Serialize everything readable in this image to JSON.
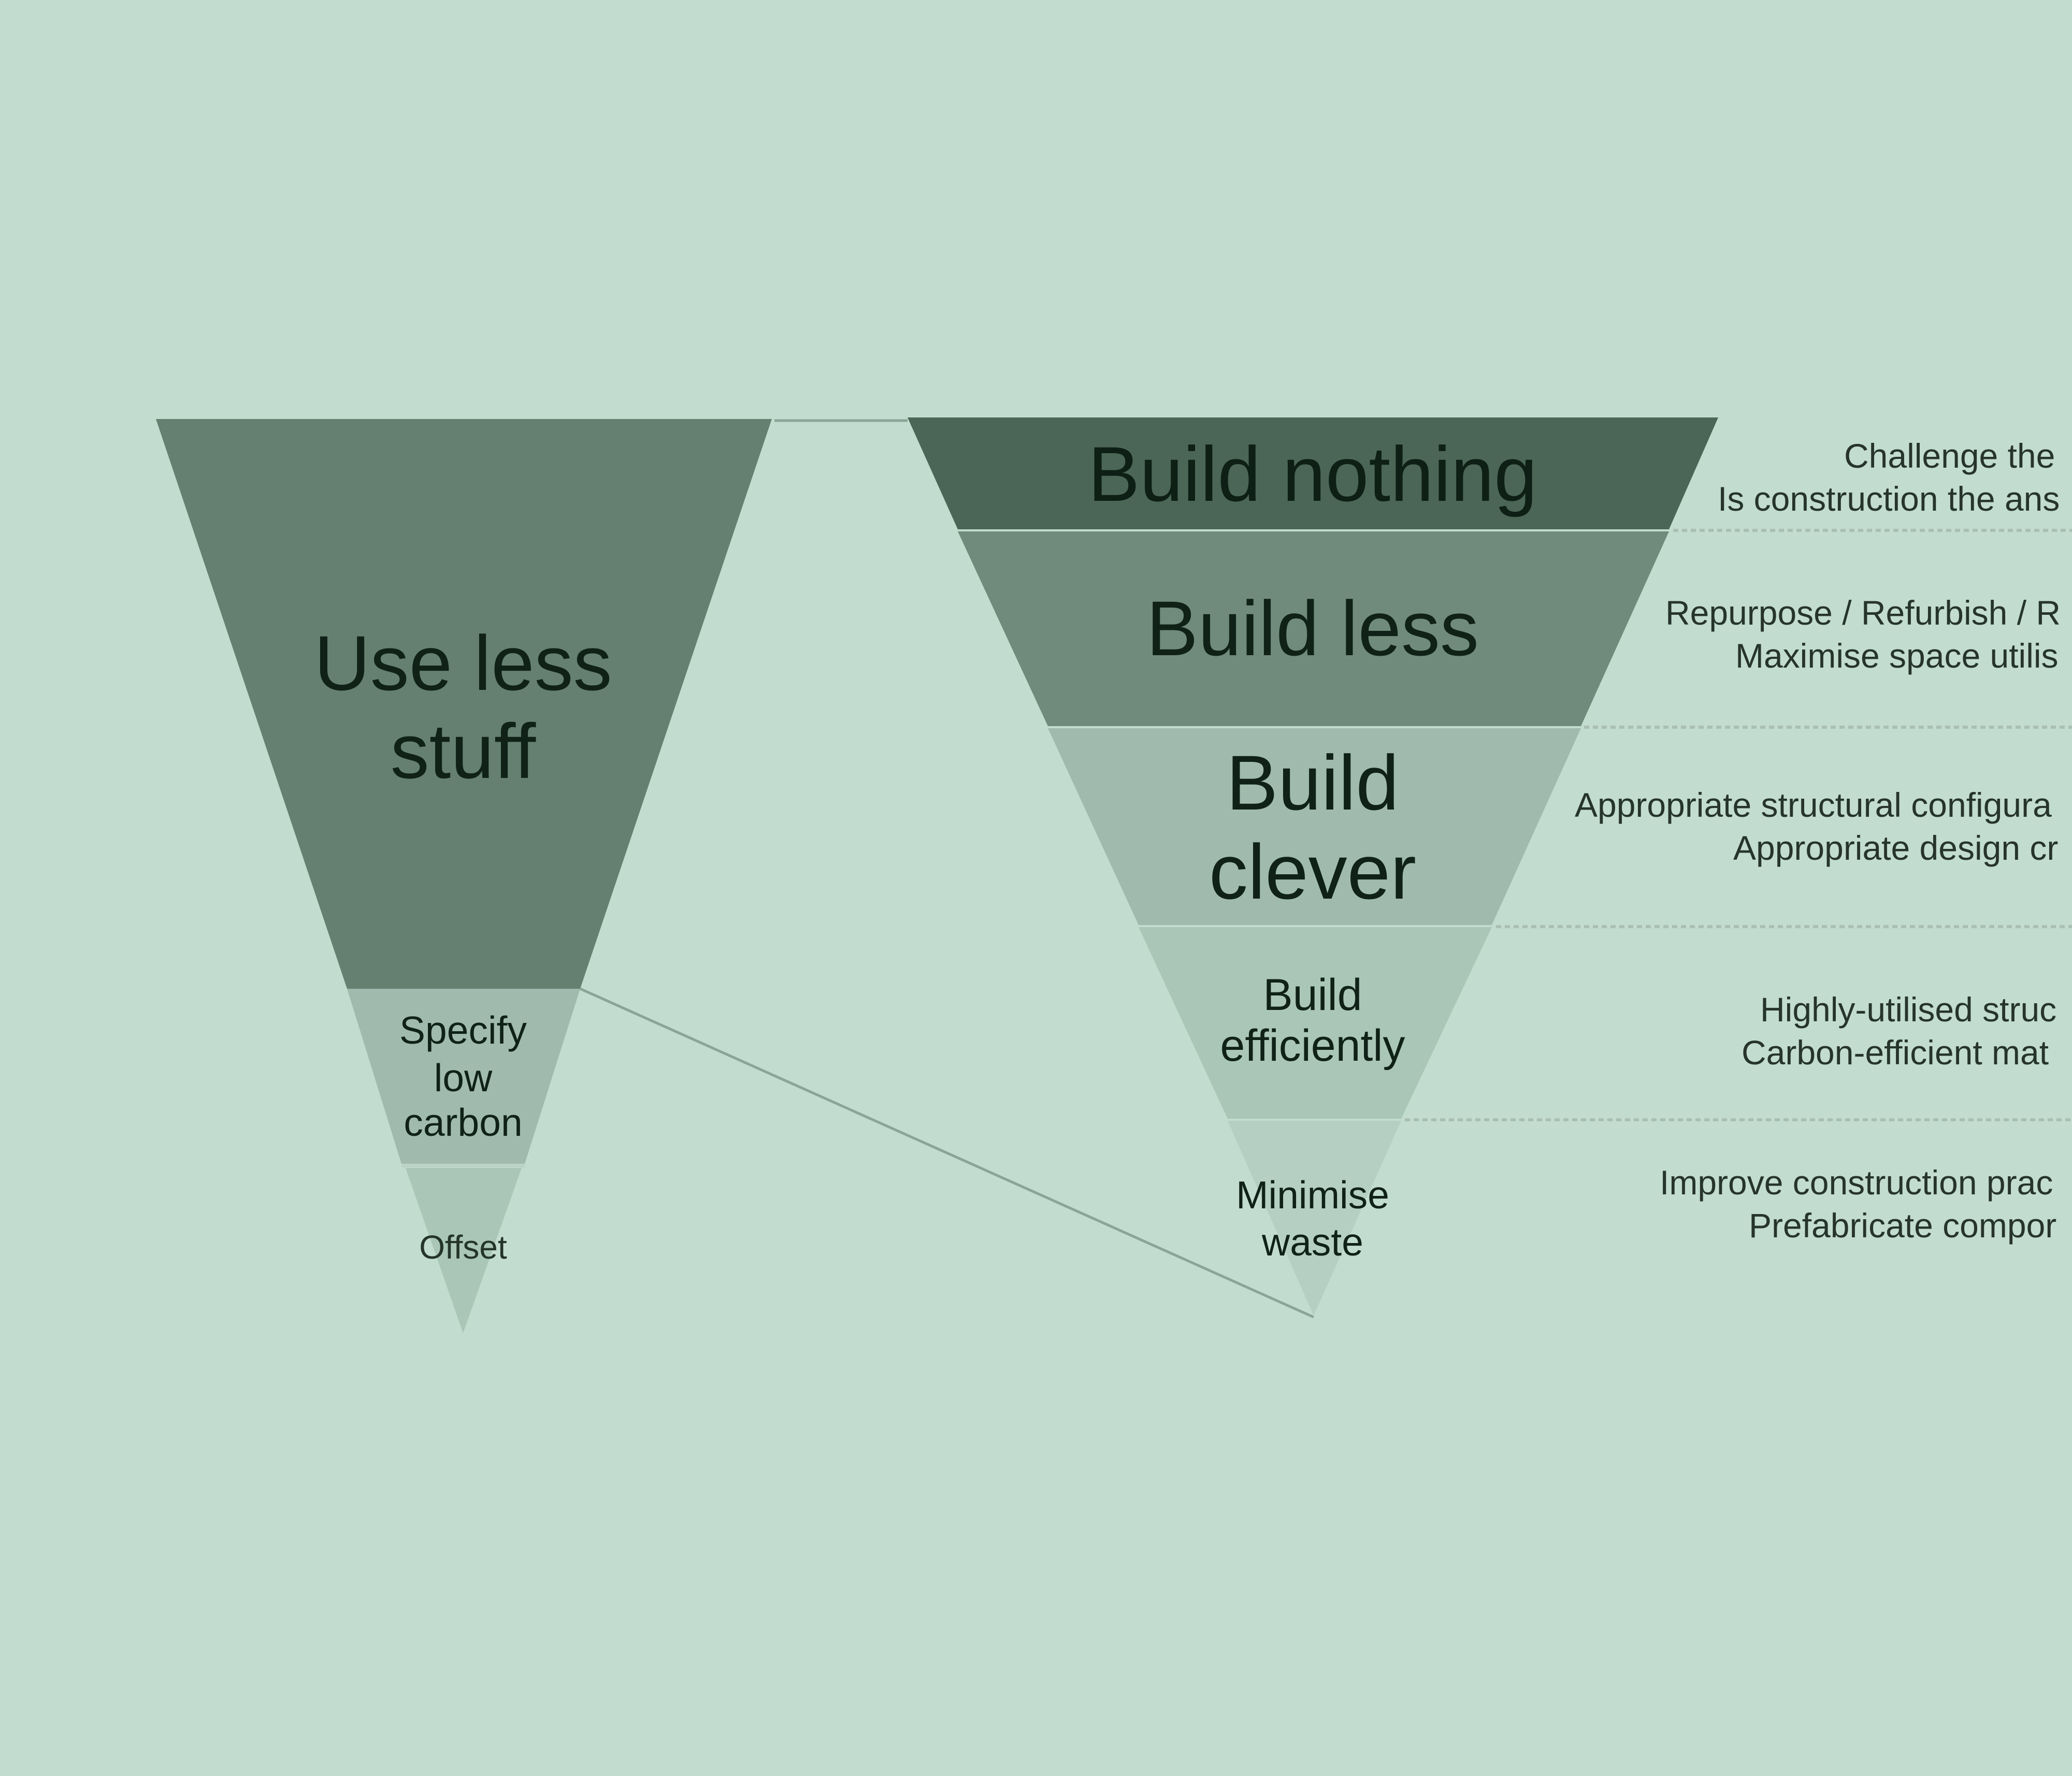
{
  "colors": {
    "background": "#c2dccf",
    "tier_darkest": "#4b6657",
    "tier_dark": "#658071",
    "tier_mid": "#708b7b",
    "tier_light": "#a0bbad",
    "tier_lighter": "#aac6b7",
    "tier_faint": "#b5d0c2",
    "text_dark": "#102218",
    "text_side": "#26342d",
    "connector": "#8aa497",
    "divider": "#a9bfb3"
  },
  "left_pyramid": {
    "top_tier": {
      "line1": "Use less",
      "line2": "stuff"
    },
    "middle_tier": {
      "line1": "Specify",
      "line2": "low",
      "line3": "carbon"
    },
    "bottom_tier": {
      "label": "Offset"
    }
  },
  "right_pyramid": {
    "tiers": [
      {
        "label": "Build nothing",
        "desc1": "Challenge the",
        "desc2": "Is construction the ans"
      },
      {
        "label": "Build less",
        "desc1": "Repurpose / Refurbish / R",
        "desc2": "Maximise space utilis"
      },
      {
        "label_line1": "Build",
        "label_line2": "clever",
        "desc1": "Appropriate structural configura",
        "desc2": "Appropriate design cr"
      },
      {
        "label_line1": "Build",
        "label_line2": "efficiently",
        "desc1": "Highly-utilised struc",
        "desc2": "Carbon-efficient mat"
      },
      {
        "label_line1": "Minimise",
        "label_line2": "waste",
        "desc1": "Improve construction prac",
        "desc2": "Prefabricate compor"
      }
    ]
  }
}
